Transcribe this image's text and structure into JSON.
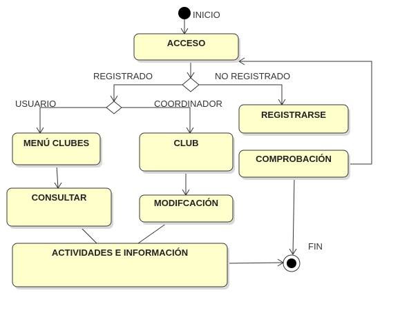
{
  "start": {
    "label": "INICIO"
  },
  "end": {
    "label": "FIN"
  },
  "activities": {
    "acceso": "ACCESO",
    "registrarse": "REGISTRARSE",
    "comprobacion": "COMPROBACIÓN",
    "menu_clubes": "MENÚ CLUBES",
    "club": "CLUB",
    "consultar": "CONSULTAR",
    "modificacion": "MODIFCACIÓN",
    "actividades": "ACTIVIDADES E INFORMACIÓN"
  },
  "guards": {
    "registrado": "REGISTRADO",
    "no_registrado": "NO REGISTRADO",
    "usuario": "USUARIO",
    "coordinador": "COORDINADOR"
  },
  "colors": {
    "activity_fill": "#FFFFCC",
    "stroke": "#333333",
    "start_fill": "#000000"
  }
}
